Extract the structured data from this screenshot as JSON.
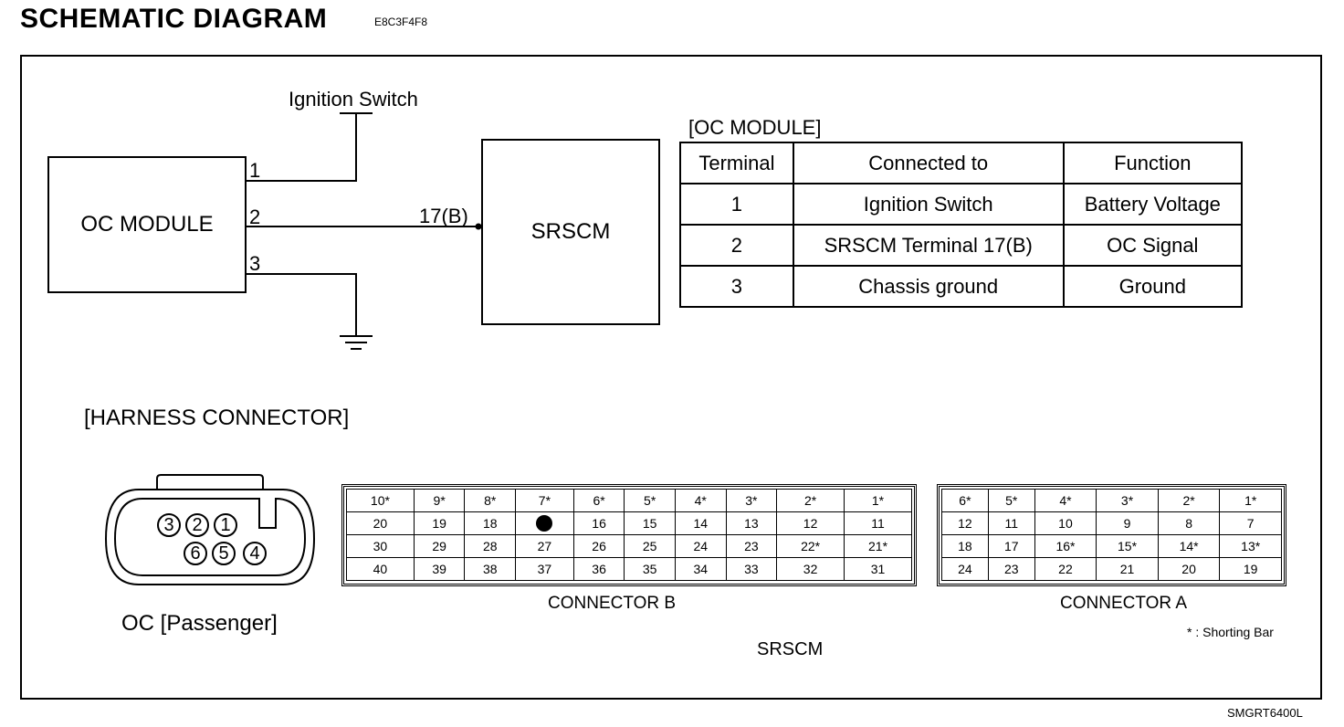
{
  "header": {
    "title": "SCHEMATIC DIAGRAM",
    "code": "E8C3F4F8"
  },
  "schematic": {
    "ignition_label": "Ignition Switch",
    "oc_module_label": "OC MODULE",
    "srscm_label": "SRSCM",
    "wire_terminal_label": "17(B)",
    "pins": [
      "1",
      "2",
      "3"
    ]
  },
  "oc_table": {
    "title": "[OC MODULE]",
    "headers": [
      "Terminal",
      "Connected to",
      "Function"
    ],
    "rows": [
      [
        "1",
        "Ignition Switch",
        "Battery Voltage"
      ],
      [
        "2",
        "SRSCM Terminal 17(B)",
        "OC Signal"
      ],
      [
        "3",
        "Chassis ground",
        "Ground"
      ]
    ]
  },
  "harness": {
    "title": "[HARNESS CONNECTOR]",
    "oc_pins_top": [
      "3",
      "2",
      "1"
    ],
    "oc_pins_bottom": [
      "6",
      "5",
      "4"
    ],
    "oc_caption": "OC [Passenger]",
    "connector_b_caption": "CONNECTOR B",
    "connector_a_caption": "CONNECTOR A",
    "srscm_caption": "SRSCM",
    "shorting_bar_note": "* : Shorting Bar",
    "connector_b": [
      [
        "10*",
        "9*",
        "8*",
        "7*",
        "6*",
        "5*",
        "4*",
        "3*",
        "2*",
        "1*"
      ],
      [
        "20",
        "19",
        "18",
        "",
        "16",
        "15",
        "14",
        "13",
        "12",
        "11"
      ],
      [
        "30",
        "29",
        "28",
        "27",
        "26",
        "25",
        "24",
        "23",
        "22*",
        "21*"
      ],
      [
        "40",
        "39",
        "38",
        "37",
        "36",
        "35",
        "34",
        "33",
        "32",
        "31"
      ]
    ],
    "connector_a": [
      [
        "6*",
        "5*",
        "4*",
        "3*",
        "2*",
        "1*"
      ],
      [
        "12",
        "11",
        "10",
        "9",
        "8",
        "7"
      ],
      [
        "18",
        "17",
        "16*",
        "15*",
        "14*",
        "13*"
      ],
      [
        "24",
        "23",
        "22",
        "21",
        "20",
        "19"
      ]
    ]
  },
  "footer": {
    "ref_code": "SMGRT6400L"
  }
}
